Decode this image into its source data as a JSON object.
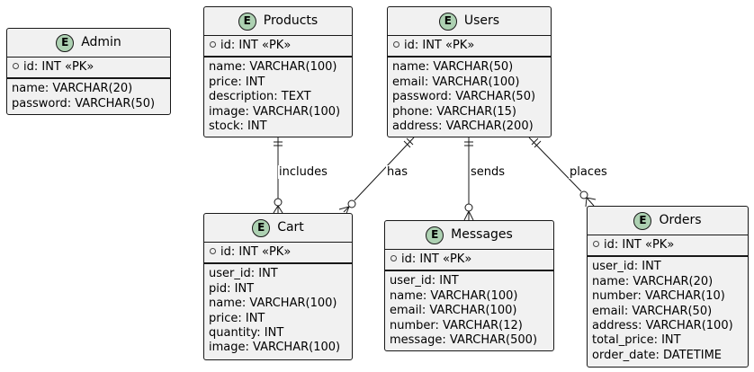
{
  "entities": {
    "admin": {
      "badge": "E",
      "name": "Admin",
      "pk": "id: INT «PK»",
      "attributes": [
        "name: VARCHAR(20)",
        "password: VARCHAR(50)"
      ]
    },
    "products": {
      "badge": "E",
      "name": "Products",
      "pk": "id: INT «PK»",
      "attributes": [
        "name: VARCHAR(100)",
        "price: INT",
        "description: TEXT",
        "image: VARCHAR(100)",
        "stock: INT"
      ]
    },
    "users": {
      "badge": "E",
      "name": "Users",
      "pk": "id: INT «PK»",
      "attributes": [
        "name: VARCHAR(50)",
        "email: VARCHAR(100)",
        "password: VARCHAR(50)",
        "phone: VARCHAR(15)",
        "address: VARCHAR(200)"
      ]
    },
    "cart": {
      "badge": "E",
      "name": "Cart",
      "pk": "id: INT «PK»",
      "attributes": [
        "user_id: INT",
        "pid: INT",
        "name: VARCHAR(100)",
        "price: INT",
        "quantity: INT",
        "image: VARCHAR(100)"
      ]
    },
    "messages": {
      "badge": "E",
      "name": "Messages",
      "pk": "id: INT «PK»",
      "attributes": [
        "user_id: INT",
        "name: VARCHAR(100)",
        "email: VARCHAR(100)",
        "number: VARCHAR(12)",
        "message: VARCHAR(500)"
      ]
    },
    "orders": {
      "badge": "E",
      "name": "Orders",
      "pk": "id: INT «PK»",
      "attributes": [
        "user_id: INT",
        "name: VARCHAR(20)",
        "number: VARCHAR(10)",
        "email: VARCHAR(50)",
        "address: VARCHAR(100)",
        "total_price: INT",
        "order_date: DATETIME"
      ]
    }
  },
  "relationships": [
    {
      "from": "Products",
      "to": "Cart",
      "label": "includes"
    },
    {
      "from": "Users",
      "to": "Cart",
      "label": "has"
    },
    {
      "from": "Users",
      "to": "Messages",
      "label": "sends"
    },
    {
      "from": "Users",
      "to": "Orders",
      "label": "places"
    }
  ],
  "colors": {
    "entity_fill": "#f1f1f1",
    "badge_fill": "#add1b2",
    "border": "#181818"
  }
}
